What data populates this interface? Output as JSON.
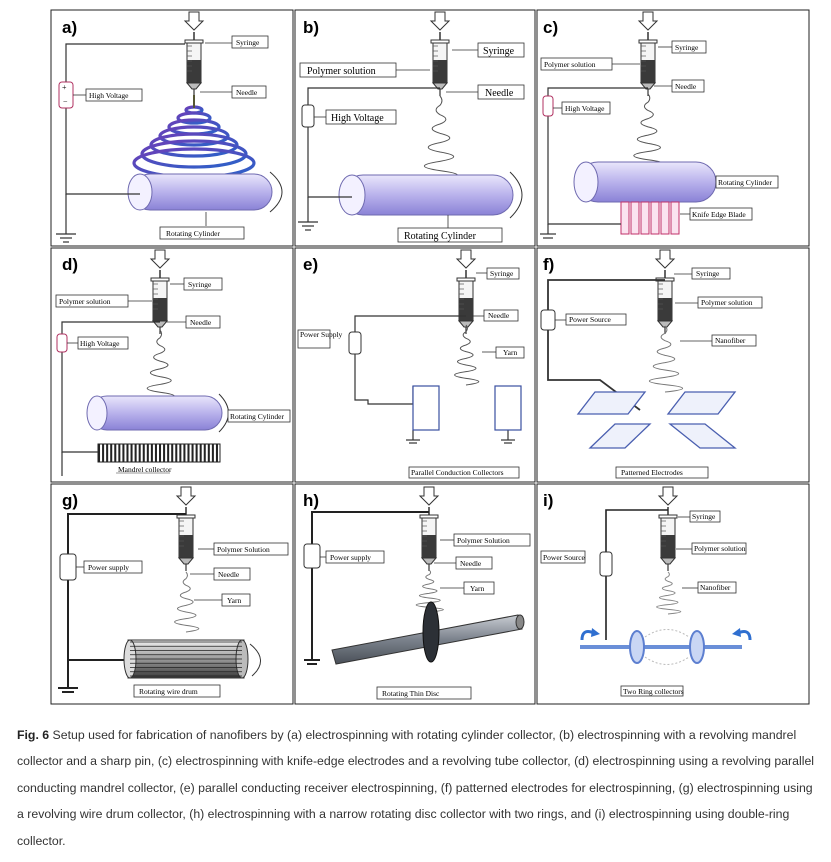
{
  "panels": [
    {
      "id": "a",
      "letter": "a)",
      "labels": [
        "Syringe",
        "Needle",
        "High Voltage",
        "Rotating Cylinder"
      ]
    },
    {
      "id": "b",
      "letter": "b)",
      "labels": [
        "Syringe",
        "Polymer solution",
        "Needle",
        "High Voltage",
        "Rotating Cylinder"
      ]
    },
    {
      "id": "c",
      "letter": "c)",
      "labels": [
        "Syringe",
        "Polymer solution",
        "Needle",
        "High Voltage",
        "Rotating Cylinder",
        "Knife Edge Blade"
      ]
    },
    {
      "id": "d",
      "letter": "d)",
      "labels": [
        "Syringe",
        "Polymer solution",
        "Needle",
        "High Voltage",
        "Rotating Cylinder",
        "Mandrel collector"
      ]
    },
    {
      "id": "e",
      "letter": "e)",
      "labels": [
        "Syringe",
        "Needle",
        "Power Supply",
        "Yarn",
        "Parallel Conduction Collectors"
      ]
    },
    {
      "id": "f",
      "letter": "f)",
      "labels": [
        "Syringe",
        "Power Source",
        "Polymer solution",
        "Nanofiber",
        "Patterned Electrodes"
      ]
    },
    {
      "id": "g",
      "letter": "g)",
      "labels": [
        "Polymer Solution",
        "Power supply",
        "Needle",
        "Yarn",
        "Rotating wire drum"
      ]
    },
    {
      "id": "h",
      "letter": "h)",
      "labels": [
        "Polymer Solution",
        "Power supply",
        "Needle",
        "Yarn",
        "Rotating Thin Disc"
      ]
    },
    {
      "id": "i",
      "letter": "i)",
      "labels": [
        "Syringe",
        "Power Source",
        "Polymer solution",
        "Nanofiber",
        "Two Ring collectors"
      ]
    }
  ],
  "caption": {
    "label": "Fig. 6",
    "text": " Setup used for fabrication of nanofibers by (a) electrospinning with rotating cylinder collector, (b) electrospinning with a revolving mandrel collector and a sharp pin, (c) electrospinning with knife-edge electrodes and a revolving tube collector, (d) electrospinning using a revolving parallel conducting mandrel collector, (e) parallel conducting receiver electrospinning, (f) patterned electrodes for electrospinning, (g) electrospinning using a revolving wire drum collector, (h) electrospinning with a narrow rotating disc collector with two rings, and (i) electrospinning using double-ring collector."
  }
}
